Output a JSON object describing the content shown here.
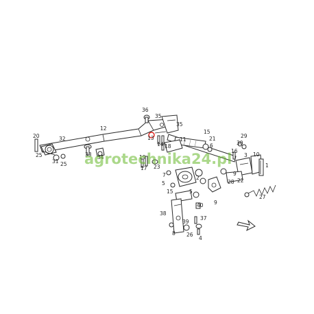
{
  "watermark": "agrotechnika24.pl",
  "highlight_color": "#e0211b",
  "watermark_color": "#66b82a",
  "part_labels": [
    "36",
    "35",
    "12",
    "35",
    "32",
    "20",
    "25",
    "31",
    "25",
    "33",
    "34",
    "13",
    "14",
    "19",
    "18",
    "11",
    "15",
    "21",
    "6",
    "29",
    "30",
    "16",
    "3",
    "10",
    "1",
    "17",
    "23",
    "7",
    "5",
    "9",
    "8",
    "37",
    "38",
    "26",
    "4",
    "15",
    "5",
    "40",
    "2",
    "28",
    "39",
    "27",
    "22",
    "9"
  ]
}
